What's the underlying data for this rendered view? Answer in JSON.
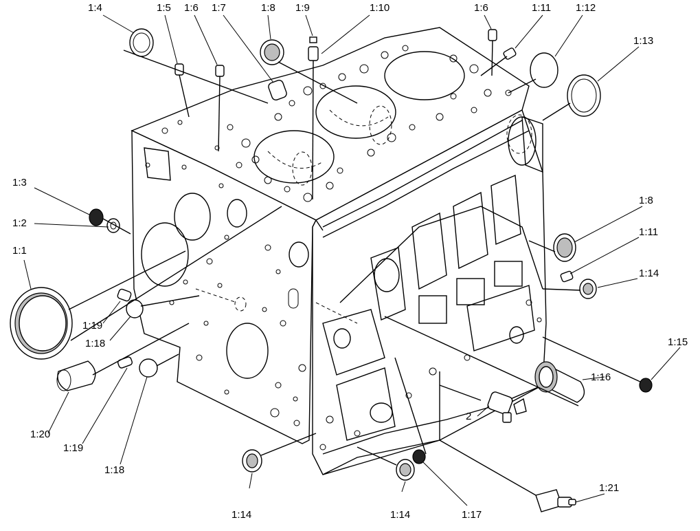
{
  "labels": [
    {
      "id": "l1_4",
      "text": "1:4"
    },
    {
      "id": "l1_5",
      "text": "1:5"
    },
    {
      "id": "l1_6a",
      "text": "1:6"
    },
    {
      "id": "l1_7",
      "text": "1:7"
    },
    {
      "id": "l1_8a",
      "text": "1:8"
    },
    {
      "id": "l1_9",
      "text": "1:9"
    },
    {
      "id": "l1_10",
      "text": "1:10"
    },
    {
      "id": "l1_6b",
      "text": "1:6"
    },
    {
      "id": "l1_11a",
      "text": "1:11"
    },
    {
      "id": "l1_12",
      "text": "1:12"
    },
    {
      "id": "l1_13",
      "text": "1:13"
    },
    {
      "id": "l1_3",
      "text": "1:3"
    },
    {
      "id": "l1_2",
      "text": "1:2"
    },
    {
      "id": "l1_1",
      "text": "1:1"
    },
    {
      "id": "l1_8b",
      "text": "1:8"
    },
    {
      "id": "l1_11b",
      "text": "1:11"
    },
    {
      "id": "l1_14a",
      "text": "1:14"
    },
    {
      "id": "l1_15",
      "text": "1:15"
    },
    {
      "id": "l1_16",
      "text": "1:16"
    },
    {
      "id": "l2",
      "text": "2"
    },
    {
      "id": "l1_19a",
      "text": "1:19"
    },
    {
      "id": "l1_18a",
      "text": "1:18"
    },
    {
      "id": "l1_20",
      "text": "1:20"
    },
    {
      "id": "l1_19b",
      "text": "1:19"
    },
    {
      "id": "l1_18b",
      "text": "1:18"
    },
    {
      "id": "l1_14b",
      "text": "1:14"
    },
    {
      "id": "l1_14c",
      "text": "1:14"
    },
    {
      "id": "l1_17",
      "text": "1:17"
    },
    {
      "id": "l1_21",
      "text": "1:21"
    }
  ]
}
